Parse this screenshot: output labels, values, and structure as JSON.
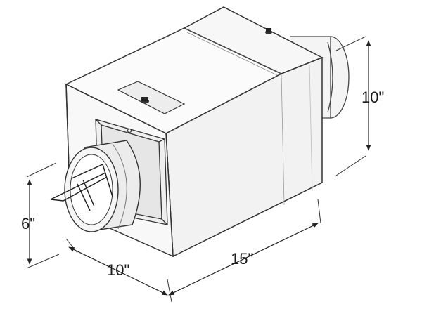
{
  "dimensions": {
    "height": "10\"",
    "inlet": "6\"",
    "width": "10\"",
    "length": "15\""
  }
}
